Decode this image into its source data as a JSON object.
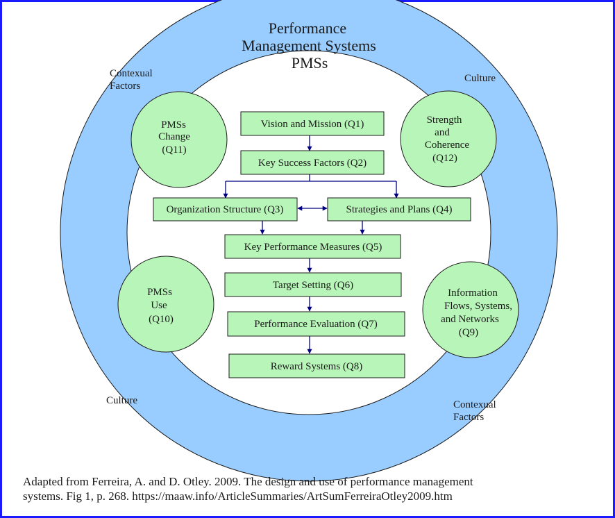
{
  "title": {
    "lines": [
      "Performance",
      "Management Systems",
      "PMSs"
    ]
  },
  "ring_labels": {
    "contextual_top_left": [
      "Contexual",
      "Factors"
    ],
    "culture_top_right": "Culture",
    "culture_bottom_left": "Culture",
    "contextual_bottom_right": [
      "Contexual",
      "Factors"
    ]
  },
  "circles": {
    "pmss_change": [
      "PMSs",
      "Change",
      "(Q11)"
    ],
    "strength_coherence": [
      "Strength",
      "and",
      "Coherence",
      "(Q12)"
    ],
    "pmss_use": [
      "PMSs",
      "Use",
      "(Q10)"
    ],
    "information_flows": [
      "Information",
      "Flows, Systems,",
      "and Networks",
      "(Q9)"
    ]
  },
  "boxes": {
    "q1": "Vision and Mission (Q1)",
    "q2": "Key Success Factors (Q2)",
    "q3": "Organization Structure (Q3)",
    "q4": "Strategies and Plans (Q4)",
    "q5": "Key Performance Measures (Q5)",
    "q6": "Target Setting (Q6)",
    "q7": "Performance Evaluation (Q7)",
    "q8": "Reward Systems (Q8)"
  },
  "citation": {
    "line1": "Adapted from Ferreira, A. and D. Otley. 2009. The design and use of performance management",
    "line2": "systems. Fig 1, p. 268. https://maaw.info/ArticleSummaries/ArtSumFerreiraOtley2009.htm"
  },
  "colors": {
    "frame": "#1a1aff",
    "ring": "#99ccff",
    "element_fill": "#b8f5b8",
    "arrow": "#000080"
  }
}
